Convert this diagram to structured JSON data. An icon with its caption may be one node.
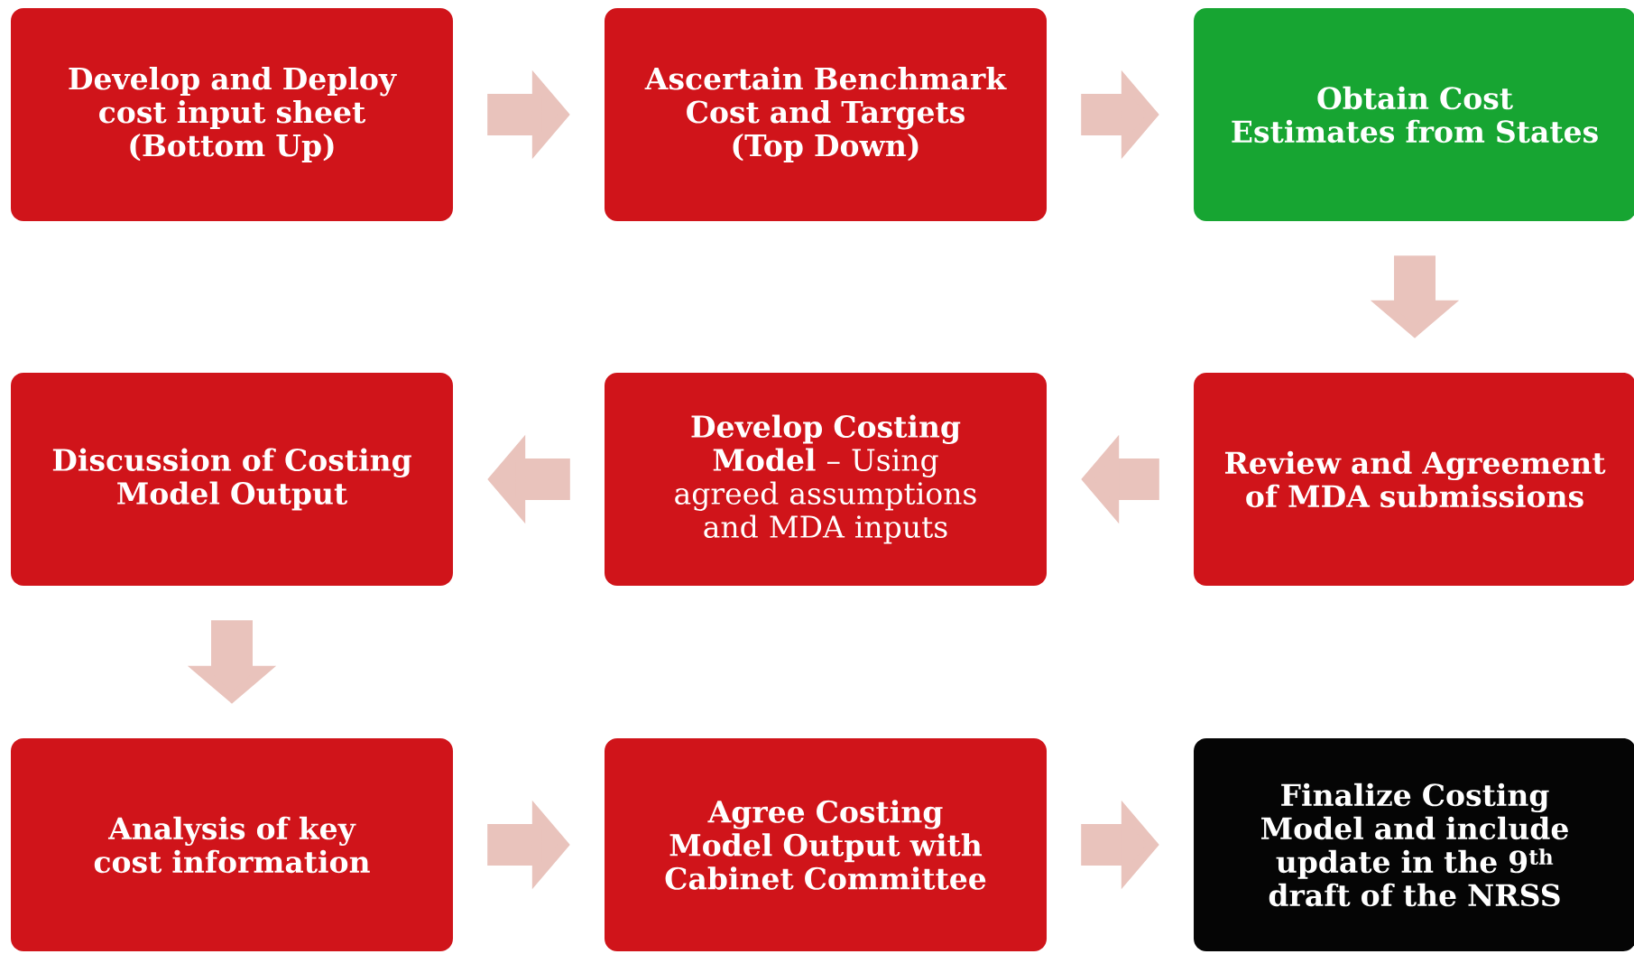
{
  "diagram": {
    "nodes": [
      {
        "text": [
          "Develop and Deploy cost input sheet (Bottom Up)"
        ]
      },
      {
        "text": [
          "Ascertain Benchmark Cost and Targets (Top Down)"
        ]
      },
      {
        "text": [
          "Obtain Cost Estimates from States"
        ]
      },
      {
        "text": [
          "Discussion of Costing Model Output"
        ]
      },
      {
        "text": [
          "**Develop Costing Model** – Using agreed assumptions and MDA inputs"
        ]
      },
      {
        "text": [
          "Review and Agreement of MDA submissions"
        ]
      },
      {
        "text": [
          "Analysis of key cost information"
        ]
      },
      {
        "text": [
          "Agree Costing Model Output with Cabinet Committee"
        ]
      },
      {
        "text": [
          "Finalize Costing Model and include update in the 9$^{th}$ draft of the NRSS"
        ]
      }
    ],
    "edges": [
      {
        "from": 0,
        "to": 1,
        "arrow": "to"
      },
      {
        "from": 1,
        "to": 2,
        "arrow": "to"
      },
      {
        "from": 2,
        "to": 5,
        "arrow": "to"
      },
      {
        "from": 5,
        "to": 4,
        "arrow": "to"
      },
      {
        "from": 4,
        "to": 3,
        "arrow": "to"
      },
      {
        "from": 3,
        "to": 6,
        "arrow": "to"
      },
      {
        "from": 6,
        "to": 7,
        "arrow": "to"
      },
      {
        "from": 7,
        "to": 8,
        "arrow": "to"
      }
    ]
  }
}
